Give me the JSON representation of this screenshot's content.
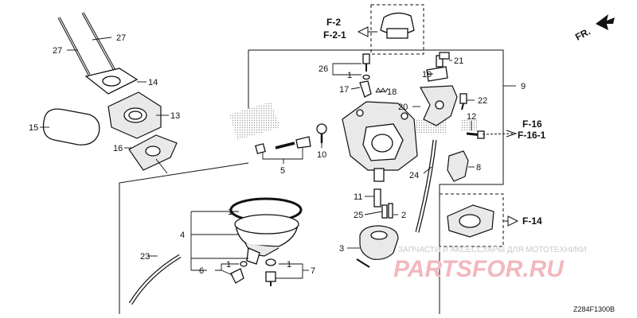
{
  "callouts": {
    "c1a": "1",
    "c1b": "1",
    "c1c": "1",
    "c1d": "1",
    "c2": "2",
    "c3": "3",
    "c4": "4",
    "c5": "5",
    "c6": "6",
    "c7": "7",
    "c8": "8",
    "c9": "9",
    "c10": "10",
    "c11": "11",
    "c12": "12",
    "c13": "13",
    "c14": "14",
    "c15": "15",
    "c16": "16",
    "c17": "17",
    "c18": "18",
    "c19": "19",
    "c20": "20",
    "c21": "21",
    "c22": "22",
    "c23": "23",
    "c24": "24",
    "c25": "25",
    "c26": "26",
    "c27a": "27",
    "c27b": "27"
  },
  "refs": {
    "f2": "F-2",
    "f2_1": "F-2-1",
    "f16": "F-16",
    "f16_1": "F-16-1",
    "f14": "F-14",
    "fr": "FR."
  },
  "watermark": {
    "caption": "ЗАПЧАСТИ И АКСЕССУАРЫ ДЛЯ МОТОТЕХНИКИ",
    "brand": "PARTSFOR.RU"
  },
  "diagram_code": "Z284F1300B"
}
